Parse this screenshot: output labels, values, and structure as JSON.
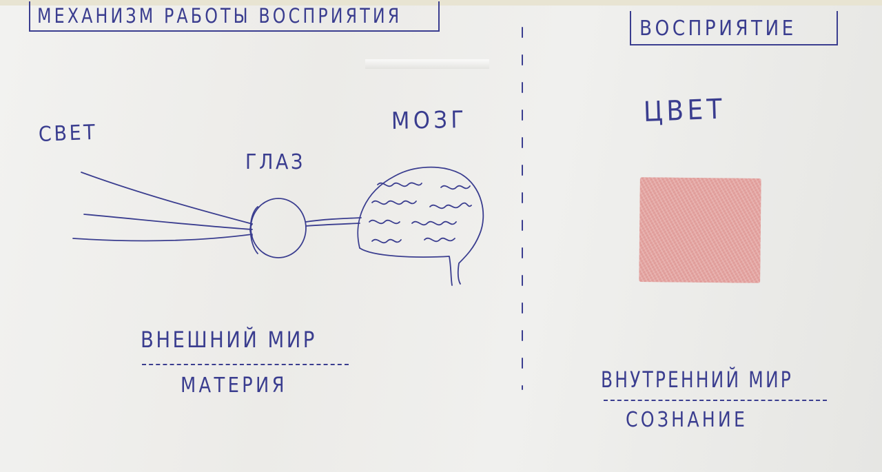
{
  "left_title": "МЕХАНИЗМ РАБОТЫ ВОСПРИЯТИЯ",
  "right_title": "ВОСПРИЯТИЕ",
  "labels": {
    "light": "СВЕТ",
    "eye": "ГЛАЗ",
    "brain": "МОЗГ",
    "color": "ЦВЕТ"
  },
  "left_caption": {
    "top": "ВНЕШНИЙ МИР",
    "bottom": "МАТЕРИЯ"
  },
  "right_caption": {
    "top": "ВНУТРЕННИЙ МИР",
    "bottom": "СОЗНАНИЕ"
  },
  "colors": {
    "ink": "#3a3d8f",
    "swatch": "#e3a3a0",
    "paper": "#f0f0ee"
  }
}
